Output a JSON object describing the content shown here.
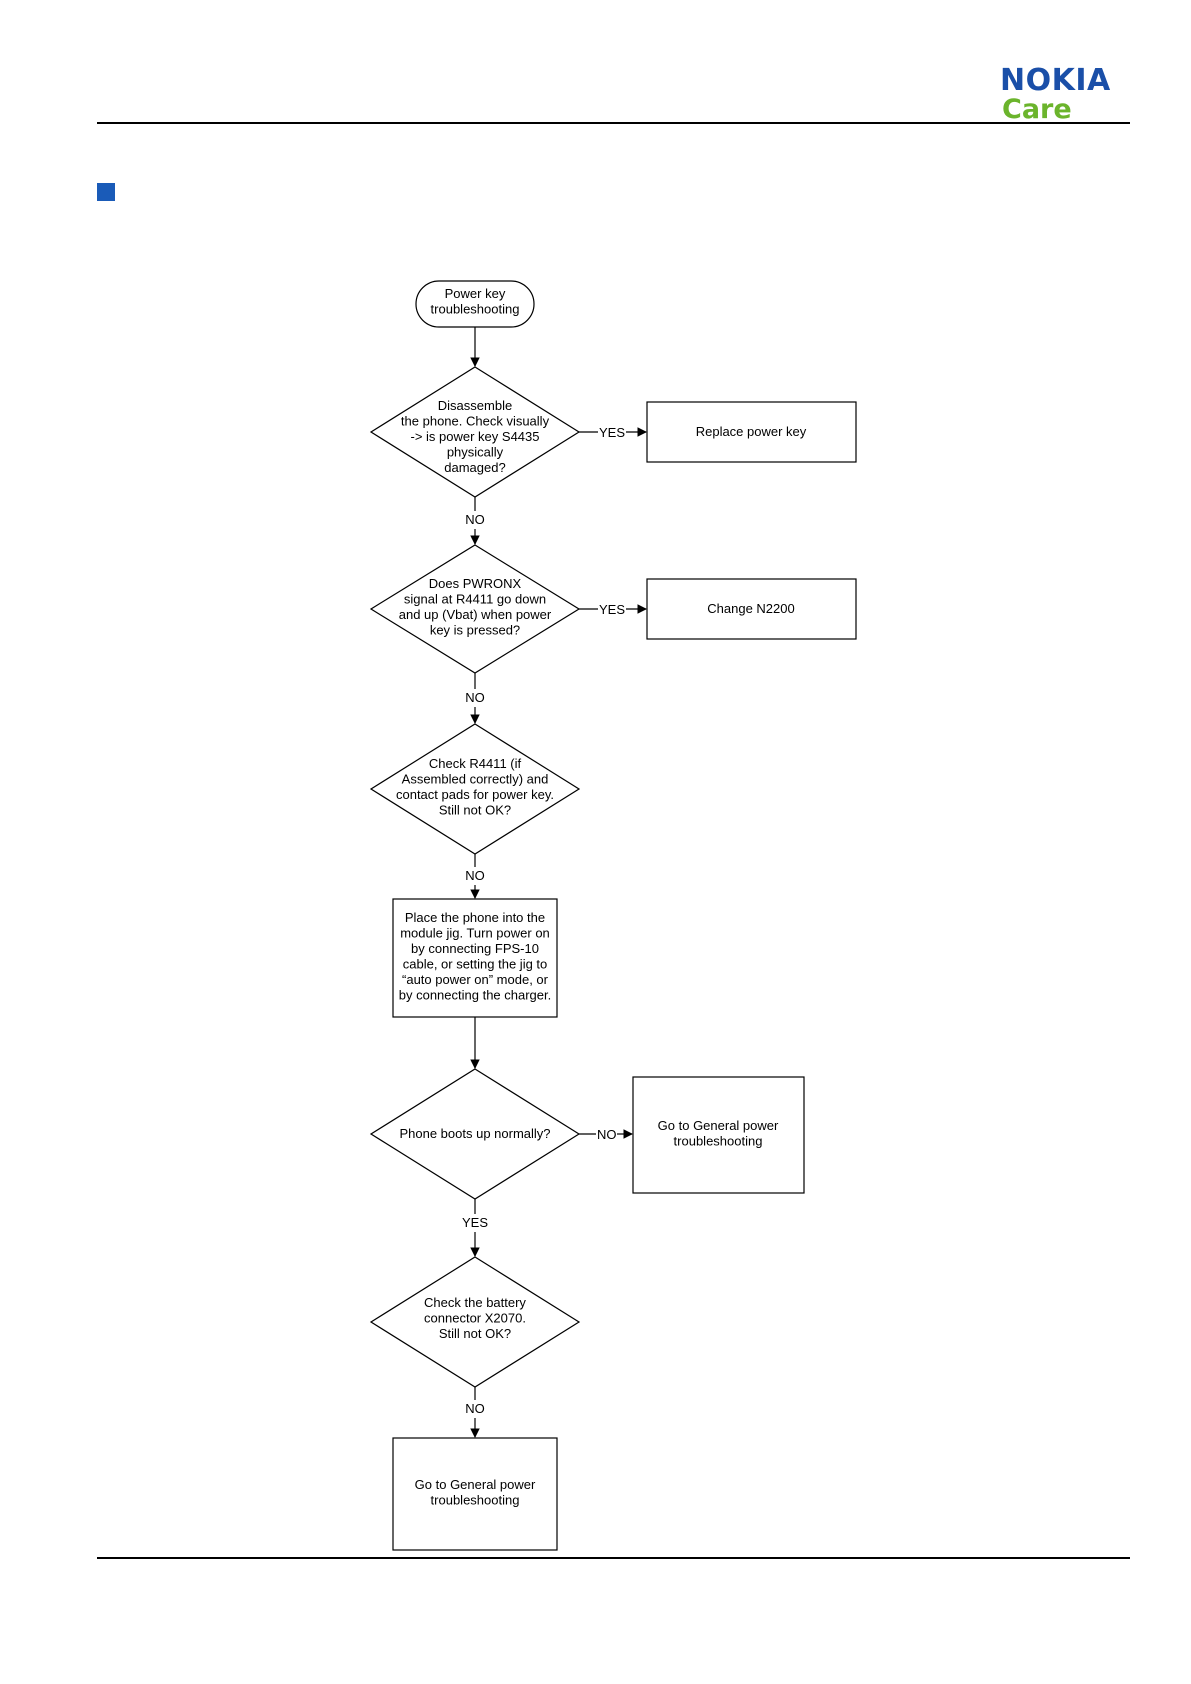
{
  "logo": {
    "brand": "NOKIA",
    "sub": "Care",
    "brand_color": "#1a4fa8",
    "sub_color": "#6bb42c"
  },
  "section_marker_color": "#1a5bb8",
  "flowchart": {
    "start": [
      "Power key",
      "troubleshooting"
    ],
    "q1": [
      "Disassemble",
      "the phone. Check visually",
      "-> is power key S4435",
      "physically",
      "damaged?"
    ],
    "q1_yes_box": [
      "Replace power key"
    ],
    "q2": [
      "Does PWRONX",
      "signal at R4411 go down",
      "and up (Vbat) when power",
      "key is pressed?"
    ],
    "q2_yes_box": [
      "Change N2200"
    ],
    "q3": [
      "Check R4411 (if",
      "Assembled correctly) and",
      "contact pads for power key.",
      "Still not OK?"
    ],
    "step_box": [
      "Place the phone into the",
      "module jig. Turn power on",
      "by connecting FPS-10",
      "cable, or setting the jig to",
      "“auto power on” mode, or",
      "by connecting the charger."
    ],
    "q4": [
      "Phone boots up normally?"
    ],
    "q4_no_box": [
      "Go to General power",
      "troubleshooting"
    ],
    "q5": [
      "Check the battery",
      "connector X2070.",
      "Still not OK?"
    ],
    "end_box": [
      "Go to General power",
      "troubleshooting"
    ],
    "labels": {
      "yes": "YES",
      "no": "NO"
    }
  }
}
